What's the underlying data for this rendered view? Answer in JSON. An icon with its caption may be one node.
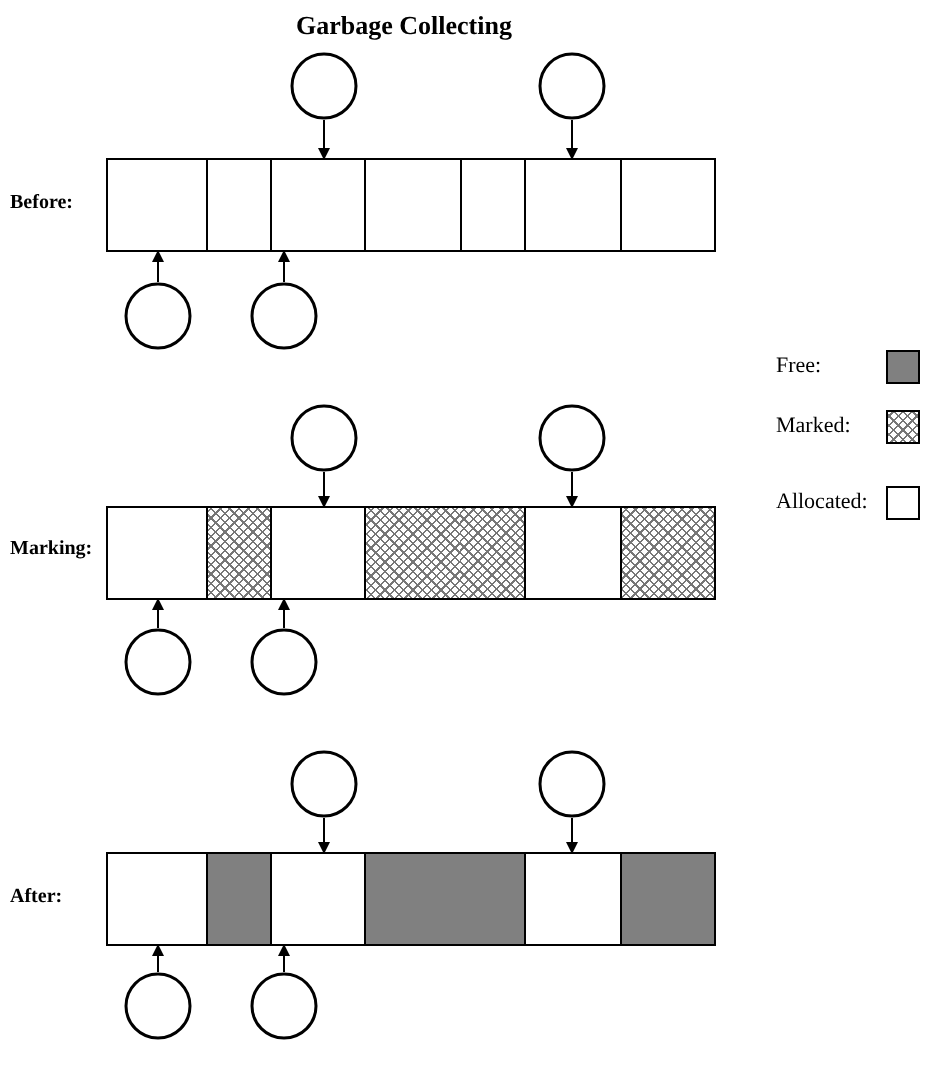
{
  "diagram": {
    "title": "Garbage Collecting",
    "nodes": [
      {
        "text": [],
        "shape": "circle"
      },
      {
        "text": [],
        "shape": "circle"
      },
      {
        "text": [],
        "shape": "box"
      },
      {
        "text": [],
        "shape": "box"
      },
      {
        "text": [],
        "shape": "box"
      },
      {
        "text": [],
        "shape": "box"
      },
      {
        "text": [],
        "shape": "box"
      },
      {
        "text": [],
        "shape": "box"
      },
      {
        "text": [],
        "shape": "box"
      },
      {
        "text": [],
        "shape": "circle"
      },
      {
        "text": [],
        "shape": "circle"
      },
      {
        "text": [],
        "shape": "circle"
      },
      {
        "text": [],
        "shape": "circle"
      },
      {
        "text": [],
        "shape": "box"
      },
      {
        "text": [],
        "shape": "box"
      },
      {
        "text": [],
        "shape": "box"
      },
      {
        "text": [],
        "shape": "box"
      },
      {
        "text": [],
        "shape": "box"
      },
      {
        "text": [],
        "shape": "box"
      },
      {
        "text": [],
        "shape": "box"
      },
      {
        "text": [],
        "shape": "circle"
      },
      {
        "text": [],
        "shape": "circle"
      },
      {
        "text": [],
        "shape": "circle"
      },
      {
        "text": [],
        "shape": "circle"
      },
      {
        "text": [],
        "shape": "box"
      },
      {
        "text": [],
        "shape": "box"
      },
      {
        "text": [],
        "shape": "box"
      },
      {
        "text": [],
        "shape": "box"
      },
      {
        "text": [],
        "shape": "box"
      },
      {
        "text": [],
        "shape": "box"
      },
      {
        "text": [],
        "shape": "circle"
      },
      {
        "text": [],
        "shape": "circle"
      }
    ],
    "edges": [
      {
        "from": 0,
        "to": 4,
        "arrow": "to"
      },
      {
        "from": 1,
        "to": 7,
        "arrow": "to"
      },
      {
        "from": 9,
        "to": 2,
        "arrow": "to"
      },
      {
        "from": 10,
        "to": 4,
        "arrow": "to"
      },
      {
        "from": 11,
        "to": 15,
        "arrow": "to"
      },
      {
        "from": 12,
        "to": 18,
        "arrow": "to"
      },
      {
        "from": 20,
        "to": 13,
        "arrow": "to"
      },
      {
        "from": 21,
        "to": 15,
        "arrow": "to"
      },
      {
        "from": 22,
        "to": 26,
        "arrow": "to"
      },
      {
        "from": 23,
        "to": 28,
        "arrow": "to"
      },
      {
        "from": 30,
        "to": 24,
        "arrow": "to"
      },
      {
        "from": 31,
        "to": 26,
        "arrow": "to"
      }
    ],
    "labels": [
      "Before:",
      "Marking:",
      "After:"
    ],
    "legend": [
      {
        "text": "Free:",
        "color": "#808080"
      },
      {
        "text": "Marked:"
      },
      {
        "text": "Allocated:",
        "color": "#ffffff"
      }
    ]
  }
}
